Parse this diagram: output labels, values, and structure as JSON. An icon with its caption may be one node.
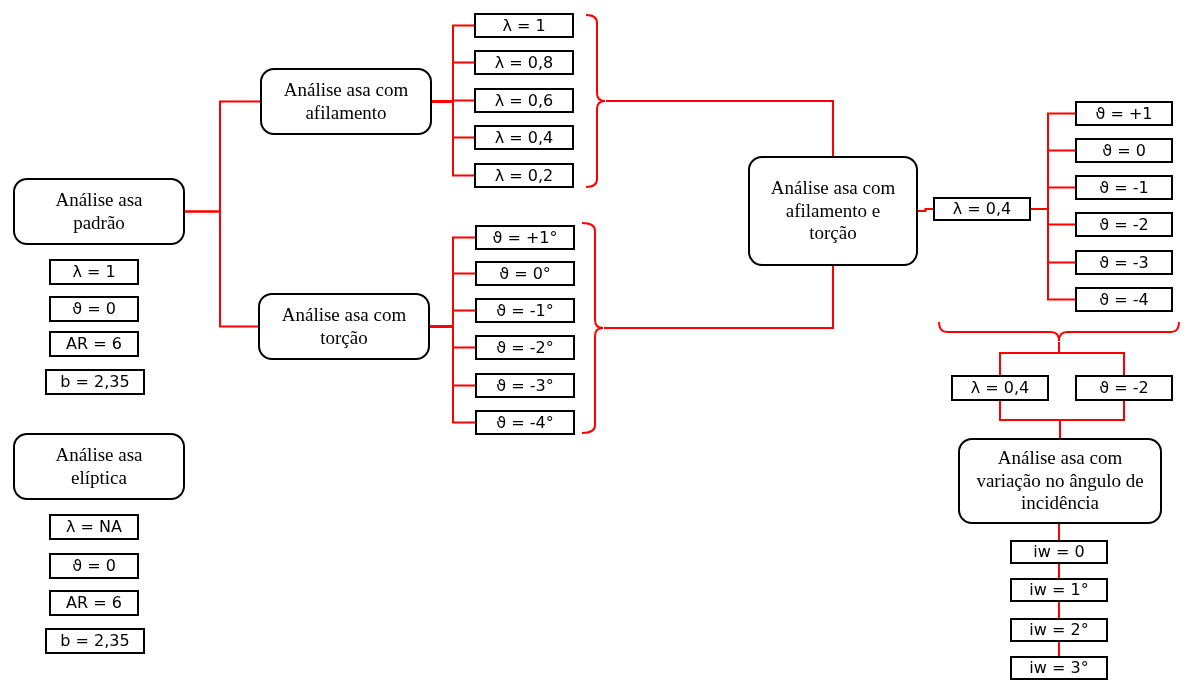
{
  "diagram": {
    "nodes": [
      {
        "text": [
          "Análise asa padrão"
        ]
      },
      {
        "text": [
          "λ = 1"
        ]
      },
      {
        "text": [
          "ϑ = 0"
        ]
      },
      {
        "text": [
          "AR = 6"
        ]
      },
      {
        "text": [
          "b = 2,35"
        ]
      },
      {
        "text": [
          "Análise asa elíptica"
        ]
      },
      {
        "text": [
          "λ = NA"
        ]
      },
      {
        "text": [
          "ϑ = 0"
        ]
      },
      {
        "text": [
          "AR = 6"
        ]
      },
      {
        "text": [
          "b = 2,35"
        ]
      },
      {
        "text": [
          "Análise asa com afilamento"
        ]
      },
      {
        "text": [
          "Análise asa com torção"
        ]
      },
      {
        "text": [
          "λ = 1"
        ]
      },
      {
        "text": [
          "λ = 0,8"
        ]
      },
      {
        "text": [
          "λ = 0,6"
        ]
      },
      {
        "text": [
          "λ = 0,4"
        ]
      },
      {
        "text": [
          "λ = 0,2"
        ]
      },
      {
        "text": [
          "ϑ = +1°"
        ]
      },
      {
        "text": [
          "ϑ = 0°"
        ]
      },
      {
        "text": [
          "ϑ = -1°"
        ]
      },
      {
        "text": [
          "ϑ = -2°"
        ]
      },
      {
        "text": [
          "ϑ = -3°"
        ]
      },
      {
        "text": [
          "ϑ = -4°"
        ]
      },
      {
        "text": [
          "Análise asa com afilamento e torção"
        ]
      },
      {
        "text": [
          "λ = 0,4"
        ]
      },
      {
        "text": [
          "ϑ = +1"
        ]
      },
      {
        "text": [
          "ϑ = 0"
        ]
      },
      {
        "text": [
          "ϑ = -1"
        ]
      },
      {
        "text": [
          "ϑ = -2"
        ]
      },
      {
        "text": [
          "ϑ = -3"
        ]
      },
      {
        "text": [
          "ϑ = -4"
        ]
      },
      {
        "text": [
          "λ = 0,4"
        ]
      },
      {
        "text": [
          "ϑ = -2"
        ]
      },
      {
        "text": [
          "Análise asa com variação no ângulo de incidência"
        ]
      },
      {
        "text": [
          "iw = 0"
        ]
      },
      {
        "text": [
          "iw = 1°"
        ]
      },
      {
        "text": [
          "iw = 2°"
        ]
      },
      {
        "text": [
          "iw = 3°"
        ]
      },
      {
        "text": [],
        "shape": "brace"
      },
      {
        "text": [],
        "shape": "brace"
      },
      {
        "text": [],
        "shape": "brace"
      }
    ],
    "edges": [
      {
        "from": 0,
        "to": 10,
        "arrow": "none"
      },
      {
        "from": 0,
        "to": 11,
        "arrow": "none"
      },
      {
        "from": 10,
        "to": 12,
        "arrow": "none"
      },
      {
        "from": 10,
        "to": 13,
        "arrow": "none"
      },
      {
        "from": 10,
        "to": 14,
        "arrow": "none"
      },
      {
        "from": 10,
        "to": 15,
        "arrow": "none"
      },
      {
        "from": 10,
        "to": 16,
        "arrow": "none"
      },
      {
        "from": 11,
        "to": 17,
        "arrow": "none"
      },
      {
        "from": 11,
        "to": 18,
        "arrow": "none"
      },
      {
        "from": 11,
        "to": 19,
        "arrow": "none"
      },
      {
        "from": 11,
        "to": 20,
        "arrow": "none"
      },
      {
        "from": 11,
        "to": 21,
        "arrow": "none"
      },
      {
        "from": 11,
        "to": 22,
        "arrow": "none"
      },
      {
        "from": 38,
        "to": 23,
        "arrow": "none"
      },
      {
        "from": 39,
        "to": 23,
        "arrow": "none"
      },
      {
        "from": 23,
        "to": 24,
        "arrow": "none"
      },
      {
        "from": 24,
        "to": 25,
        "arrow": "none"
      },
      {
        "from": 24,
        "to": 26,
        "arrow": "none"
      },
      {
        "from": 24,
        "to": 27,
        "arrow": "none"
      },
      {
        "from": 24,
        "to": 28,
        "arrow": "none"
      },
      {
        "from": 24,
        "to": 29,
        "arrow": "none"
      },
      {
        "from": 24,
        "to": 30,
        "arrow": "none"
      },
      {
        "from": 40,
        "to": 31,
        "arrow": "none"
      },
      {
        "from": 40,
        "to": 32,
        "arrow": "none"
      },
      {
        "from": 31,
        "to": 33,
        "arrow": "none"
      },
      {
        "from": 32,
        "to": 33,
        "arrow": "none"
      },
      {
        "from": 33,
        "to": 34,
        "arrow": "none"
      },
      {
        "from": 34,
        "to": 35,
        "arrow": "none"
      },
      {
        "from": 35,
        "to": 36,
        "arrow": "none"
      },
      {
        "from": 36,
        "to": 37,
        "arrow": "none"
      }
    ]
  }
}
